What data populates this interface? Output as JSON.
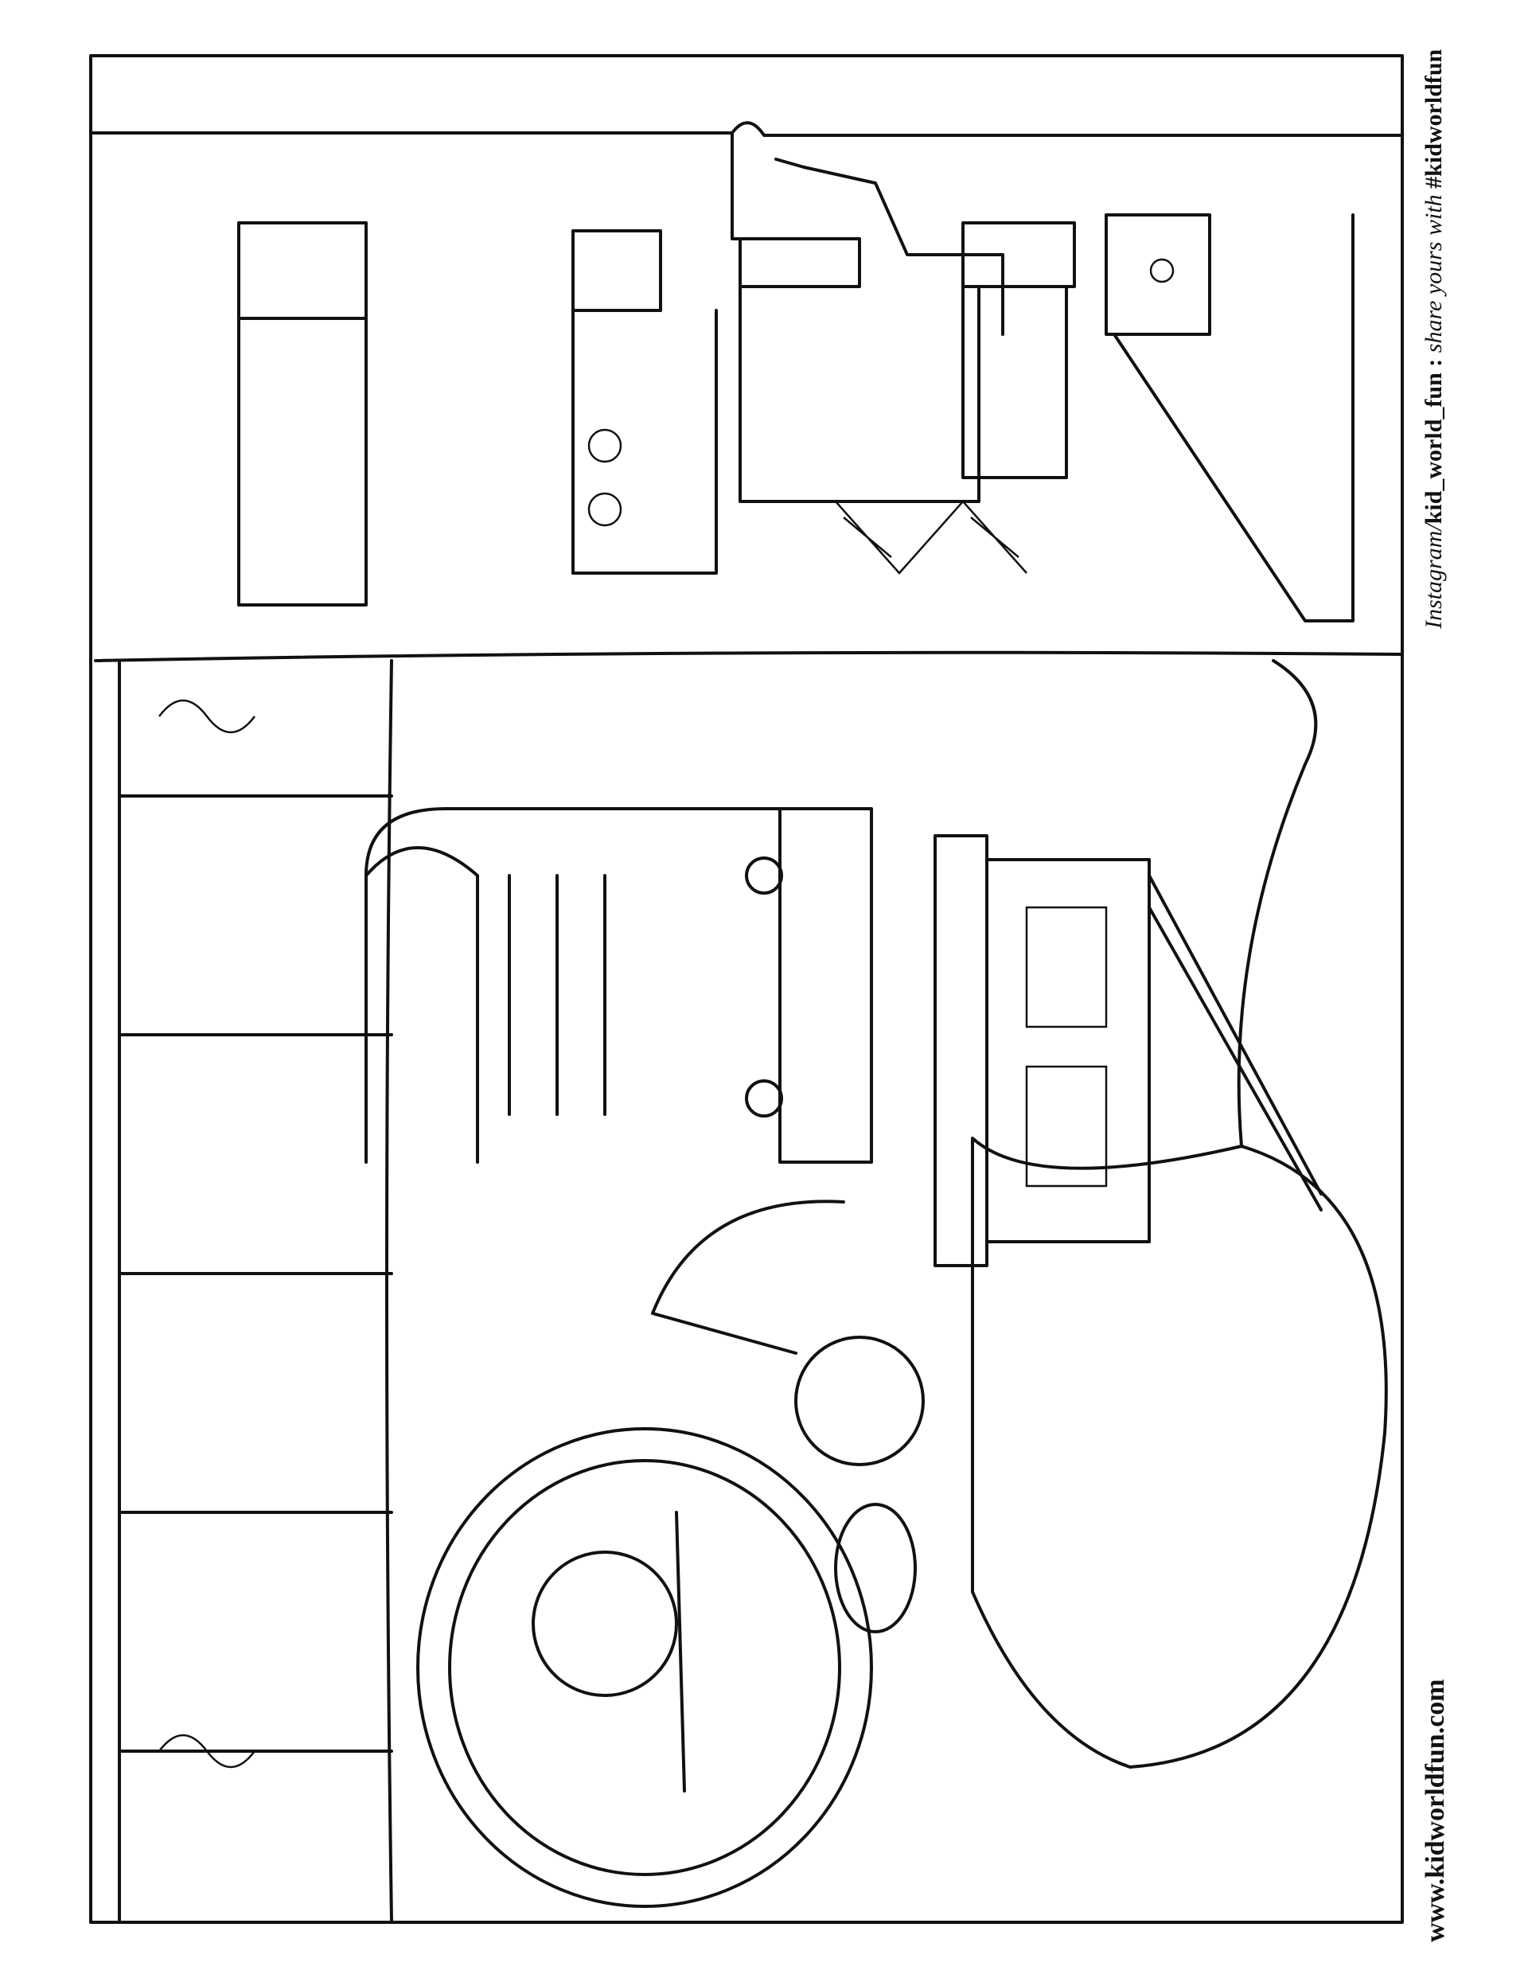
{
  "footer": {
    "instagram_prefix": "Instagram/",
    "instagram_handle": "kid_world_fun",
    "separator": " : ",
    "share_text": "share yours with ",
    "hashtag": "#kidworldfun",
    "website": "www.kidworldfun.com"
  },
  "colors": {
    "line": "#111111",
    "paper": "#ffffff"
  }
}
